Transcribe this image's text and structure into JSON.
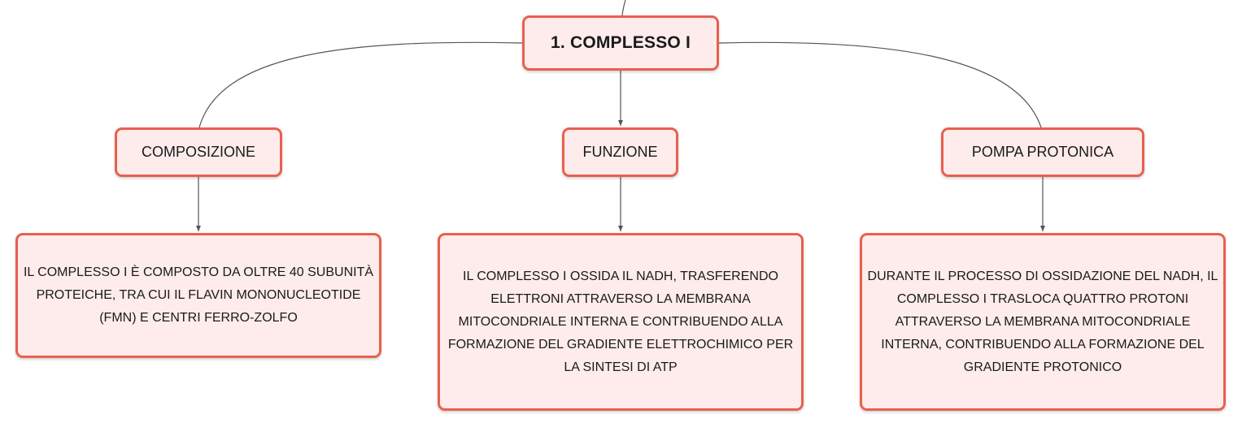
{
  "diagram": {
    "root": {
      "label": "1. COMPLESSO I"
    },
    "branches": [
      {
        "label": "COMPOSIZIONE",
        "description": "IL COMPLESSO I È COMPOSTO DA OLTRE 40 SUBUNITÀ PROTEICHE, TRA CUI IL FLAVIN MONONUCLEOTIDE (FMN) E CENTRI FERRO-ZOLFO"
      },
      {
        "label": "FUNZIONE",
        "description": "IL COMPLESSO I OSSIDA IL NADH, TRASFERENDO ELETTRONI ATTRAVERSO LA MEMBRANA MITOCONDRIALE INTERNA E CONTRIBUENDO ALLA FORMAZIONE DEL GRADIENTE ELETTROCHIMICO PER LA SINTESI DI ATP"
      },
      {
        "label": "POMPA PROTONICA",
        "description": "DURANTE IL PROCESSO DI OSSIDAZIONE DEL NADH, IL COMPLESSO I TRASLOCA QUATTRO PROTONI ATTRAVERSO LA MEMBRANA MITOCONDRIALE INTERNA, CONTRIBUENDO ALLA FORMAZIONE DEL GRADIENTE PROTONICO"
      }
    ]
  },
  "colors": {
    "node_border": "#e8604e",
    "node_fill": "#fdeceb",
    "connector": "#555555",
    "text": "#1a1a1a"
  }
}
